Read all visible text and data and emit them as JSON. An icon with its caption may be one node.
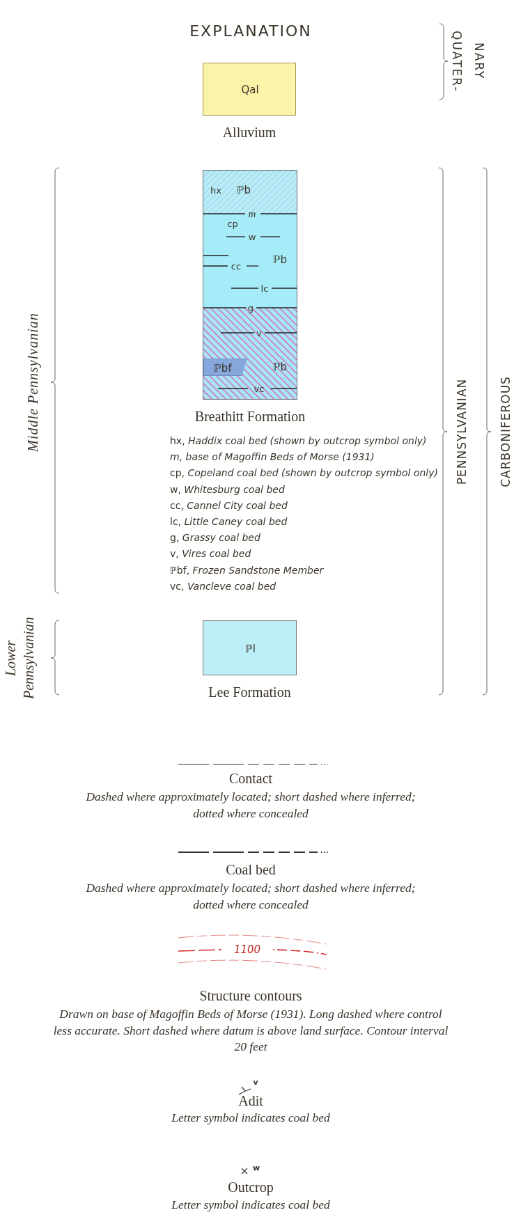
{
  "diagram": {
    "title": "EXPLANATION",
    "nodes": [
      {
        "text": [
          "Qal"
        ],
        "beside": [
          "Alluvium"
        ]
      },
      {
        "text": [
          "hx",
          "ℙb",
          "m",
          "cp",
          "w",
          "cc",
          "ℙb",
          "lc",
          "g",
          "v",
          "ℙb",
          "vc"
        ],
        "beside": [
          "Breathitt Formation"
        ]
      },
      {
        "text": [
          "ℙbf"
        ],
        "in": 1
      },
      {
        "text": [
          "ℙl"
        ],
        "beside": [
          "Lee Formation"
        ]
      }
    ],
    "edges": [],
    "labels": [
      "QUATER- NARY",
      "Middle Pennsylvanian",
      "PENNSYLVANIAN",
      "CARBONIFEROUS",
      "hx, *Haddix coal bed (shown by outcrop symbol only)*",
      "*m, base of Magoffin Beds of Morse (1931)*",
      "cp, *Copeland coal bed (shown by outcrop symbol only)*",
      "w, *Whitesburg coal bed*",
      "cc, *Cannel City coal bed*",
      "lc, *Little Caney coal bed*",
      "g, *Grassy coal bed*",
      "v, *Vires coal bed*",
      "ℙbf, *Frozen Sandstone Member*",
      "vc, *Vancleve coal bed*",
      "Lower Pennsylvanian",
      "Contact",
      "Dashed where approximately located; short dashed where inferred; dotted where concealed",
      "Coal bed",
      "Dashed where approximately located; short dashed where inferred; dotted where concealed",
      "1100",
      "Structure contours",
      "Drawn on base of Magoffin Beds of Morse (1931). Long dashed where control less accurate. Short dashed where datum is above land surface. Contour interval 20 feet",
      "v",
      "Adit",
      "Letter symbol indicates coal bed",
      "w",
      "Outcrop",
      "Letter symbol indicates coal bed"
    ]
  }
}
